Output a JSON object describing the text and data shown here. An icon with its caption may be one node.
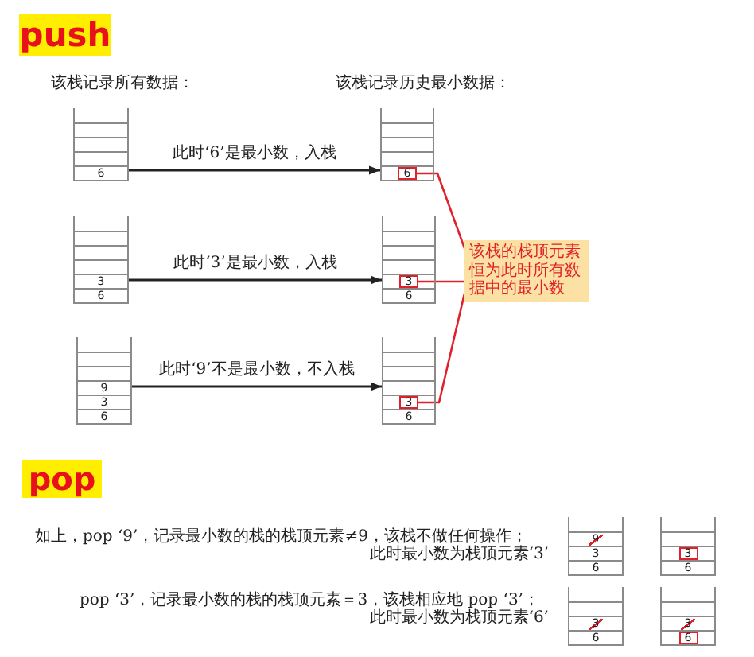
{
  "diagram": {
    "nodes": [
      {
        "text": [
          "6"
        ]
      },
      {
        "text": [
          "3",
          "6"
        ]
      },
      {
        "text": [
          "9",
          "3",
          "6"
        ]
      },
      {
        "text": [],
        "shape": "box"
      },
      {
        "text": [
          "6"
        ],
        "in": 3
      },
      {
        "text": [
          "6"
        ]
      },
      {
        "text": [
          "3"
        ],
        "in": 5
      },
      {
        "text": [
          "6"
        ]
      },
      {
        "text": [
          "3"
        ],
        "in": 7
      },
      {
        "text": [
          "该栈的栈顶元素恒为此时所有数据中的最小数"
        ]
      },
      {
        "text": [
          "9",
          "3",
          "6"
        ]
      },
      {
        "text": [
          "6"
        ]
      },
      {
        "text": [
          "3"
        ],
        "in": 11
      },
      {
        "text": [
          "3",
          "6"
        ]
      },
      {
        "text": [
          "3"
        ]
      },
      {
        "text": [
          "6"
        ],
        "in": 14
      }
    ],
    "edges": [
      {
        "from": 0,
        "to": 3,
        "arrow": "to",
        "label": "此时‘6’是最小数，入栈"
      },
      {
        "from": 1,
        "to": 5,
        "arrow": "to",
        "label": "此时‘3’是最小数，入栈"
      },
      {
        "from": 2,
        "to": 7,
        "arrow": "to",
        "label": "此时‘9’不是最小数，不入栈"
      },
      {
        "from": 9,
        "to": 4,
        "arrow": "none",
        "color": "#e0202a"
      },
      {
        "from": 9,
        "to": 6,
        "arrow": "none",
        "color": "#e0202a"
      },
      {
        "from": 9,
        "to": 8,
        "arrow": "none",
        "color": "#e0202a"
      }
    ],
    "labels": [
      "push",
      "该栈记录所有数据：",
      "该栈记录历史最小数据：",
      "pop",
      "如上，pop ‘9’，记录最小数的栈的栈顶元素≠9，该栈不做任何操作；",
      "此时最小数为栈顶元素‘3’",
      "pop ‘3’，记录最小数的栈的栈顶元素＝3，该栈相应地 pop ‘3’；",
      "此时最小数为栈顶元素‘6’"
    ]
  }
}
